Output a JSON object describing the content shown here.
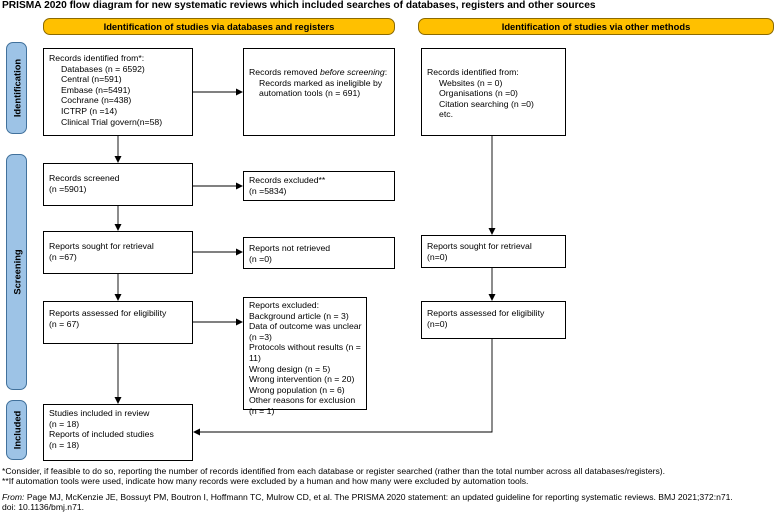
{
  "title": "PRISMA 2020 flow diagram for new systematic reviews which included searches of databases, registers and other sources",
  "headers": {
    "databases": "Identification of studies via databases and registers",
    "other": "Identification of studies via other methods"
  },
  "phases": {
    "identification": "Identification",
    "screening": "Screening",
    "included": "Included"
  },
  "boxes": {
    "records_identified": {
      "heading": "Records identified from*:",
      "items": [
        "Databases (n = 6592)",
        "Central (n=591)",
        "Embase (n=5491)",
        "Cochrane (n=438)",
        "ICTRP (n =14)",
        "Clinical Trial govern(n=58)"
      ]
    },
    "records_removed": {
      "heading_plain": "Records removed ",
      "heading_italic": "before screening",
      "heading_end": ":",
      "items": [
        "Records marked as ineligible by automation tools (n = 691)"
      ]
    },
    "records_screened": {
      "lines": [
        "Records screened",
        "(n =5901)"
      ]
    },
    "records_excluded": {
      "lines": [
        "Records excluded**",
        "(n =5834)"
      ]
    },
    "reports_sought": {
      "lines": [
        "Reports sought for retrieval",
        "(n =67)"
      ]
    },
    "reports_not_retrieved": {
      "lines": [
        "Reports not retrieved",
        "(n =0)"
      ]
    },
    "reports_assessed": {
      "lines": [
        "Reports assessed for eligibility",
        "(n = 67)"
      ]
    },
    "reports_excluded": {
      "heading": "Reports excluded:",
      "items": [
        "Background article (n = 3)",
        "Data of outcome was unclear (n =3)",
        "Protocols without results (n = 11)",
        "Wrong design (n = 5)",
        "Wrong intervention (n = 20)",
        "Wrong population (n = 6)",
        "Other reasons for exclusion (n = 1)"
      ]
    },
    "included": {
      "lines": [
        "Studies included in review",
        "(n = 18)",
        "Reports of included studies",
        "(n = 18)"
      ]
    },
    "other_identified": {
      "heading": "Records identified from:",
      "items": [
        "Websites (n = 0)",
        "Organisations (n =0)",
        "Citation searching (n =0)",
        "etc."
      ]
    },
    "other_sought": {
      "lines": [
        "Reports sought for retrieval",
        "(n=0)"
      ]
    },
    "other_assessed": {
      "lines": [
        "Reports assessed for eligibility",
        "(n=0)"
      ]
    }
  },
  "footnotes": [
    "*Consider, if feasible to do so, reporting the number of records identified from each database or register searched (rather than the total number across all databases/registers).",
    "**If automation tools were used, indicate how many records were excluded by a human and how many were excluded by automation tools."
  ],
  "source": {
    "label": "From:",
    "text": " Page MJ, McKenzie JE, Bossuyt PM, Boutron I, Hoffmann TC, Mulrow CD, et al. The PRISMA 2020 statement: an updated guideline for reporting systematic reviews. BMJ 2021;372:n71.",
    "doi": "doi: 10.1136/bmj.n71."
  }
}
